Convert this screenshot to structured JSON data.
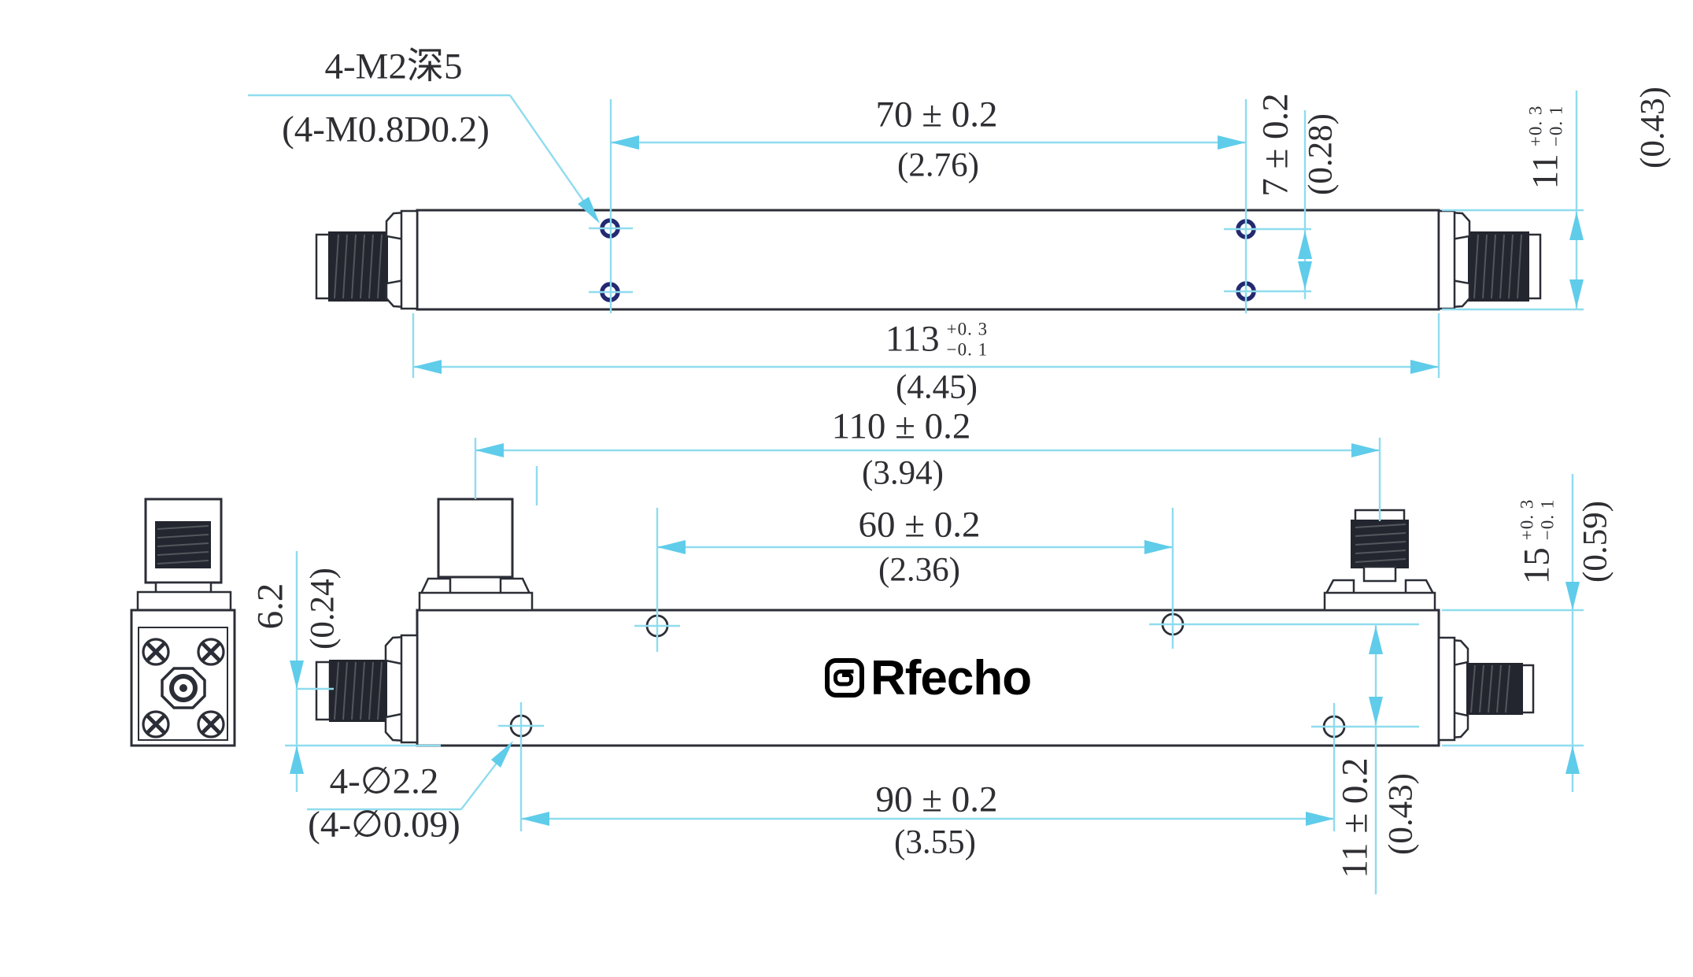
{
  "drawing": {
    "brand": "Rfecho",
    "callouts": {
      "tapped_holes": {
        "line1": "4-M2深5",
        "line2": "(4-M0.8D0.2)"
      },
      "through_holes": {
        "line1": "4-∅2.2",
        "line2": "(4-∅0.09)"
      }
    },
    "dimensions": {
      "mount_hole_span_top": {
        "value": "70 ± 0.2",
        "inch": "(2.76)"
      },
      "hole_pair_spacing": {
        "value": "7 ± 0.2",
        "inch": "(0.28)"
      },
      "body_width": {
        "value": "11",
        "tol_plus": "+0. 3",
        "tol_minus": "−0. 1",
        "inch": "(0.43)"
      },
      "overall_length": {
        "value": "113",
        "tol_plus": "+0. 3",
        "tol_minus": "−0. 1",
        "inch": "(4.45)"
      },
      "port_span": {
        "value": "110 ± 0.2",
        "inch": "(3.94)"
      },
      "upper_hole_span": {
        "value": "60 ± 0.2",
        "inch": "(2.36)"
      },
      "body_height": {
        "value": "15",
        "tol_plus": "+0. 3",
        "tol_minus": "−0. 1",
        "inch": "(0.59)"
      },
      "port_offset": {
        "value": "6.2",
        "inch": "(0.24)"
      },
      "lower_hole_span": {
        "value": "90 ± 0.2",
        "inch": "(3.55)"
      },
      "hole_row_offset": {
        "value": "11 ± 0.2",
        "inch": "(0.43)"
      }
    },
    "colors": {
      "dimension_line": "#8fdcee",
      "arrow": "#5fccea",
      "drawing_line": "#2b2e36",
      "tapped_hole_ring": "#232a70",
      "text": "#2e2e33",
      "logo": "#000000"
    }
  }
}
